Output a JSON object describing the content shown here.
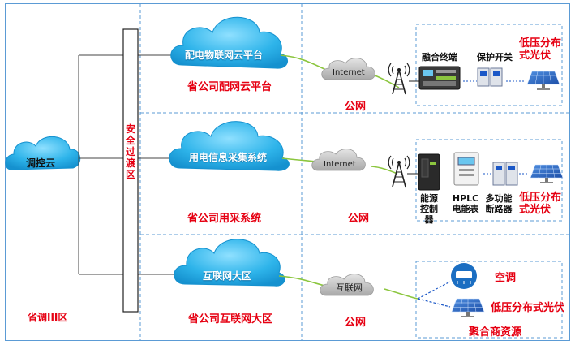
{
  "regions": {
    "province_dispatch": "省调III区",
    "security_zone": "安全过渡区"
  },
  "dispatch_cloud": "调控云",
  "rows": [
    {
      "cloud": "配电物联网云平台",
      "cloud_caption": "省公司配网云平台",
      "network": "Internet",
      "network_caption": "公网",
      "devices": [
        "融合终端",
        "保护开关"
      ],
      "target": "低压分布式光伏"
    },
    {
      "cloud": "用电信息采集系统",
      "cloud_caption": "省公司用采系统",
      "network": "Internet",
      "network_caption": "公网",
      "devices": [
        "能源控制器",
        "HPLC电能表",
        "多功能断路器"
      ],
      "target": "低压分布式光伏"
    },
    {
      "cloud": "互联网大区",
      "cloud_caption": "省公司互联网大区",
      "network": "互联网",
      "network_caption": "公网",
      "devices": [
        "空调",
        "低压分布式光伏"
      ],
      "target": "聚合商资源"
    }
  ],
  "colors": {
    "cloud_blue": "#29abe2",
    "accent_red": "#e60012",
    "link_green": "#8cc63f",
    "border_blue": "#5b9bd5"
  }
}
